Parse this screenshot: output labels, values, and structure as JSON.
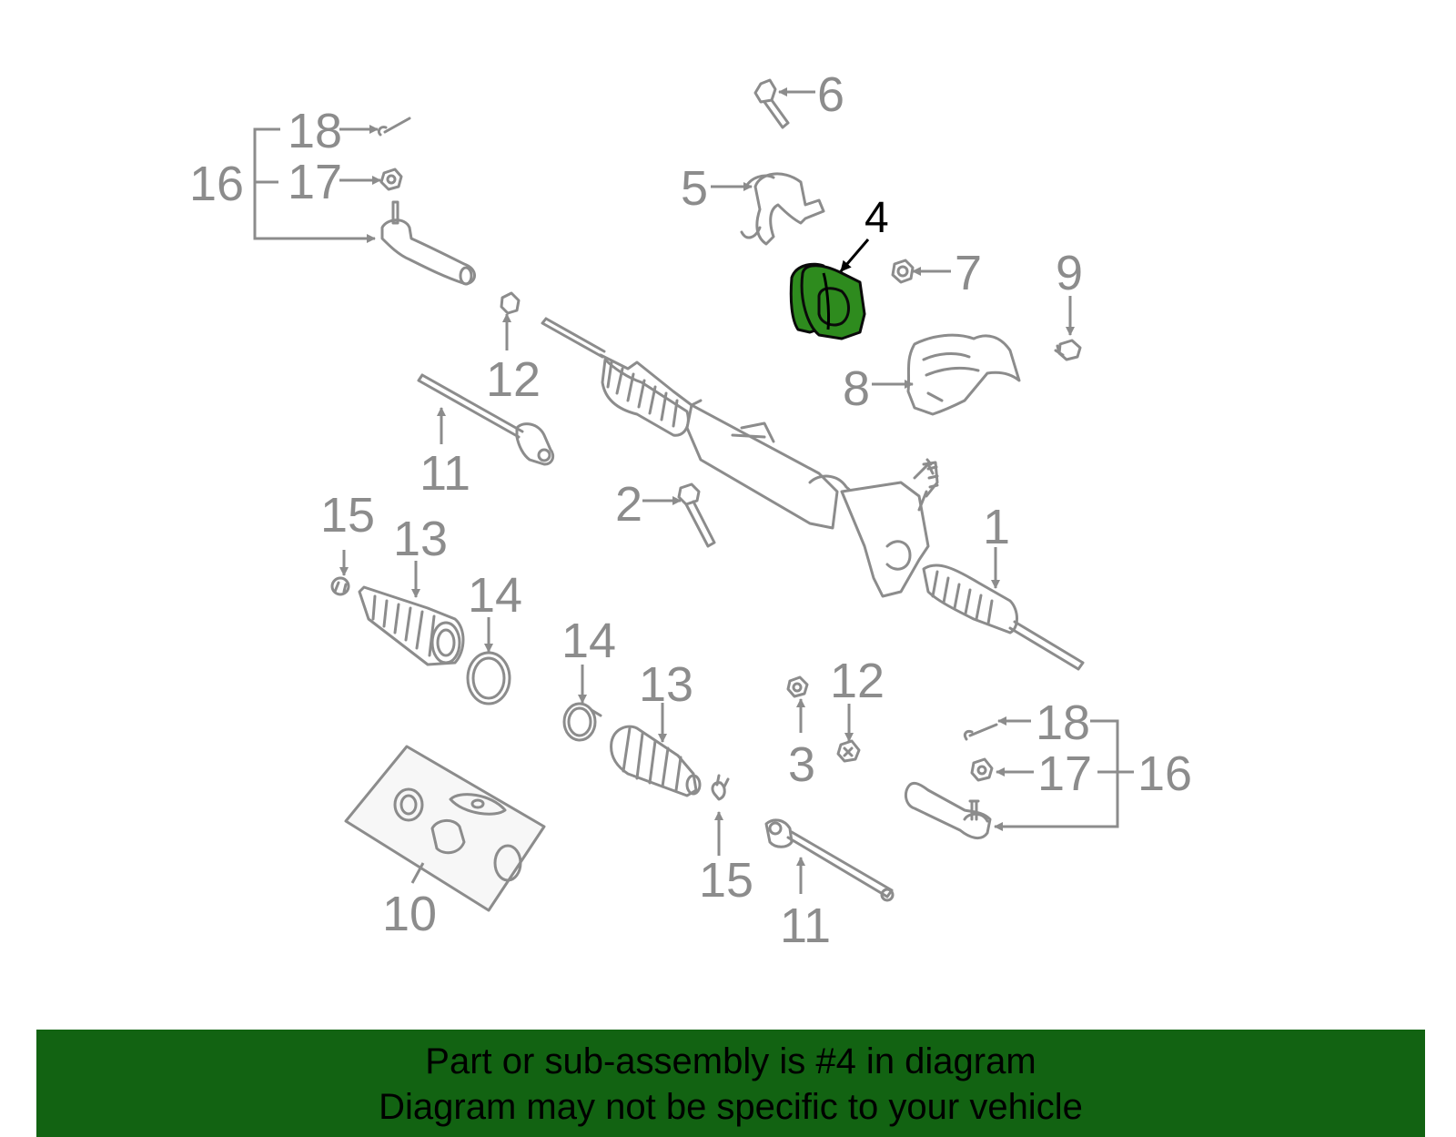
{
  "diagram": {
    "highlight_color": "#2e8b1e",
    "line_color": "#8c8c8c",
    "callouts": {
      "p1": "1",
      "p2": "2",
      "p3": "3",
      "p4": "4",
      "p5": "5",
      "p6": "6",
      "p7": "7",
      "p8": "8",
      "p9": "9",
      "p10": "10",
      "p11a": "11",
      "p11b": "11",
      "p12a": "12",
      "p12b": "12",
      "p13a": "13",
      "p13b": "13",
      "p14a": "14",
      "p14b": "14",
      "p15a": "15",
      "p15b": "15",
      "p16a": "16",
      "p16b": "16",
      "p17a": "17",
      "p17b": "17",
      "p18a": "18",
      "p18b": "18"
    }
  },
  "banner": {
    "color": "#126312",
    "line1": "Part or sub-assembly is #4 in diagram",
    "line2": "Diagram may not be specific to your vehicle"
  }
}
